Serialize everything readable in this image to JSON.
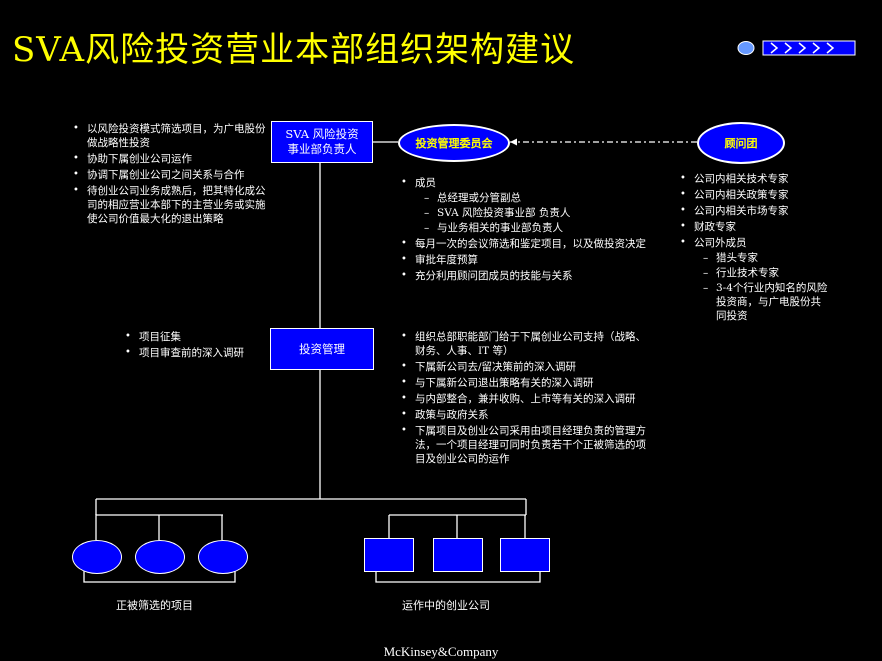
{
  "title": "SVA风险投资营业本部组织架构建议",
  "boxes": {
    "head": "SVA 风险投资事业部负责人",
    "mgmt": "投资管理"
  },
  "ellipses": {
    "committee": "投资管理委员会",
    "advisors": "顾问团"
  },
  "head_duties": [
    "以风险投资模式筛选项目，为广电股份做战略性投资",
    "协助下属创业公司运作",
    "协调下属创业公司之间关系与合作",
    "待创业公司业务成熟后，把其特化成公司的相应营业本部下的主营业务或实施使公司价值最大化的退出策略"
  ],
  "committee_items": {
    "members_label": "成员",
    "members": [
      "总经理或分管副总",
      "SVA 风险投资事业部 负责人",
      "与业务相关的事业部负责人"
    ],
    "others": [
      "每月一次的会议筛选和鉴定项目，以及做投资决定",
      "审批年度预算",
      "充分利用顾问团成员的技能与关系"
    ]
  },
  "advisor_items": {
    "internal": [
      "公司内相关技术专家",
      "公司内相关政策专家",
      "公司内相关市场专家",
      "财政专家"
    ],
    "external_label": "公司外成员",
    "external": [
      "猎头专家",
      "行业技术专家",
      "3-4个行业内知名的风险投资商，与广电股份共同投资"
    ]
  },
  "mgmt_left": [
    "项目征集",
    "项目审查前的深入调研"
  ],
  "mgmt_right": [
    "组织总部职能部门给于下属创业公司支持（战略、财务、人事、IT 等）",
    "下属新公司去/留决策前的深入调研",
    "与下属新公司退出策略有关的深入调研",
    "与内部整合，兼并收购、上市等有关的深入调研",
    "政策与政府关系",
    "下属项目及创业公司采用由项目经理负责的管理方法，一个项目经理可同时负责若干个正被筛选的项目及创业公司的运作"
  ],
  "bottom": {
    "left_label": "正被筛选的项目",
    "right_label": "运作中的创业公司"
  },
  "logo": "McKinsey&Company"
}
